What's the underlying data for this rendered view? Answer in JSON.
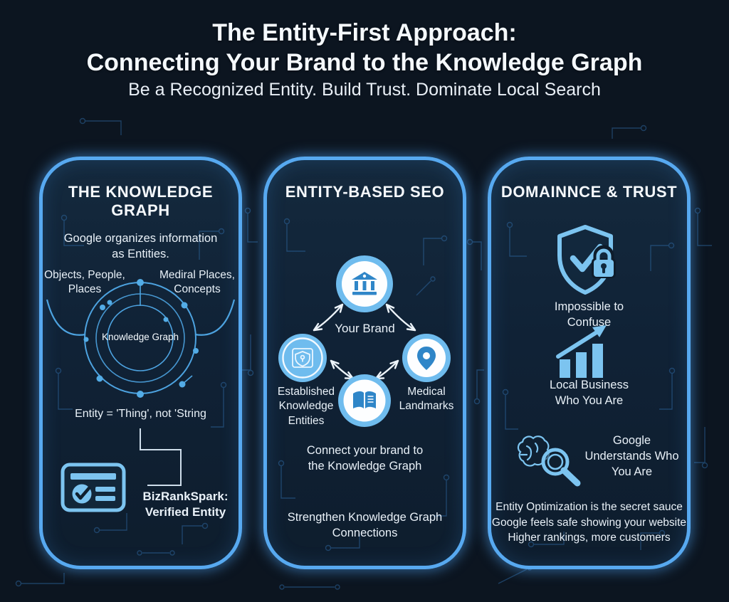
{
  "header": {
    "title_line1": "The Entity-First Approach:",
    "title_line2": "Connecting Your Brand to the Knowledge Graph",
    "subtitle": "Be a Recognized Entity. Build Trust. Dominate Local Search"
  },
  "panels": {
    "knowledge_graph": {
      "heading": "THE KNOWLEDGE GRAPH",
      "intro": "Google organizes information\nas Entities.",
      "label_left": "Objects, People,\nPlaces",
      "label_right": "Mediral Places,\nConcepts",
      "center_label": "Knowledge Graph",
      "entity_note": "Entity = 'Thing', not 'String",
      "card_label": "BizRankSpark:\nVerified Entity"
    },
    "entity_based_seo": {
      "heading": "ENTITY-BASED SEO",
      "node_top_label": "Your Brand",
      "node_left_label": "Established\nKnowledge\nEntities",
      "node_right_label": "Medical\nLandmarks",
      "text1": "Connect your brand to\nthe Knowledge Graph",
      "text2": "Strengthen Knowledge Graph\nConnections"
    },
    "dominance_trust": {
      "heading": "DOMAINNCE & TRUST",
      "item1_label": "Impossible to\nConfuse",
      "item2_label": "Local Business\nWho You Are",
      "item3_label": "Google\nUnderstands Who\nYou Are",
      "footer": "Entity Optimization is the secret sauce\nGoogle feels safe showing your website\nHigher rankings, more customers"
    }
  },
  "icons": {
    "verified_card": "verified-card-icon",
    "brand": "bank-icon",
    "established": "shield-badge-icon",
    "connect": "open-book-icon",
    "landmarks": "location-pin-icon",
    "trust": "shield-lock-icon",
    "growth": "growth-chart-icon",
    "understanding": "brain-search-icon",
    "background": "circuit-pattern"
  },
  "colors": {
    "background": "#0c1520",
    "panel_border": "#57a9f0",
    "accent_light": "#7cc4f0",
    "icon_blue": "#2f86c8",
    "text_primary": "#f2f7fc"
  }
}
